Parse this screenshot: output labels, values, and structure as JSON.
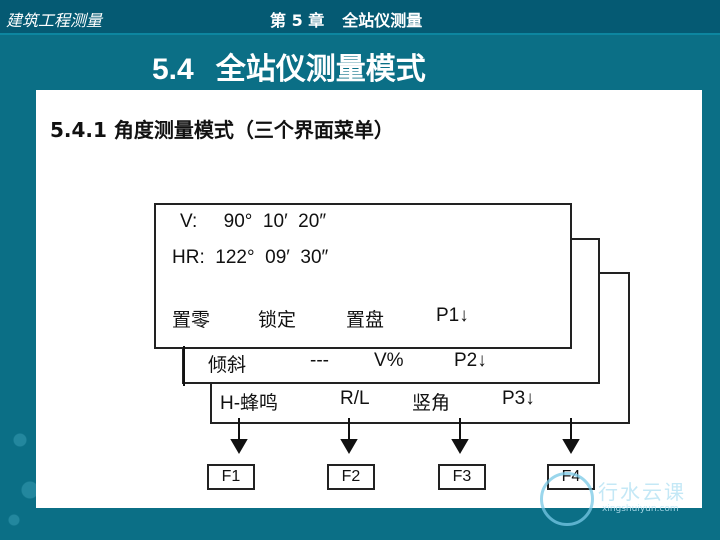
{
  "header": {
    "course": "建筑工程测量",
    "chapter_no": "第 5 章",
    "chapter_name": "全站仪测量"
  },
  "title": {
    "section": "5.4",
    "text": "全站仪测量模式"
  },
  "figure": {
    "subtitle": "5.4.1 角度测量模式（三个界面菜单）",
    "display": {
      "v_line": "V:     90°  10′  20″",
      "hr_line": "HR:  122°  09′  30″"
    },
    "page1": [
      "置零",
      "锁定",
      "置盘",
      "P1↓"
    ],
    "page2": [
      "倾斜",
      "---",
      "V%",
      "P2↓"
    ],
    "page3": [
      "H-蜂鸣",
      "R/L",
      "竖角",
      "P3↓"
    ],
    "fkeys": [
      "F1",
      "F2",
      "F3",
      "F4"
    ]
  },
  "watermark": {
    "name": "行水云课",
    "url": "xingshuiyun.com"
  }
}
